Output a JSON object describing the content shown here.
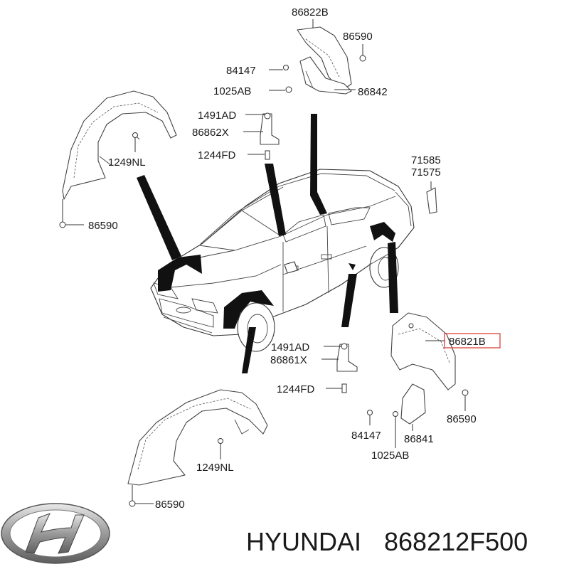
{
  "labels": {
    "l86822B": "86822B",
    "l86590_top": "86590",
    "l84147_top": "84147",
    "l1025AB_top": "1025AB",
    "l86842": "86842",
    "l1491AD_top": "1491AD",
    "l86862X": "86862X",
    "l1244FD_top": "1244FD",
    "l1249NL_top": "1249NL",
    "l86590_left": "86590",
    "l71585": "71585",
    "l71575": "71575",
    "l86821B": "86821B",
    "l1491AD_mid": "1491AD",
    "l86861X": "86861X",
    "l1244FD_mid": "1244FD",
    "l84147_right": "84147",
    "l86841": "86841",
    "l86590_right": "86590",
    "l1025AB_right": "1025AB",
    "l1249NL_bot": "1249NL",
    "l86590_bot": "86590"
  },
  "caption": {
    "brand": "HYUNDAI",
    "part_number": "868212F500"
  },
  "highlight_color": "#d9342b",
  "logo_icon": "hyundai-logo-icon"
}
